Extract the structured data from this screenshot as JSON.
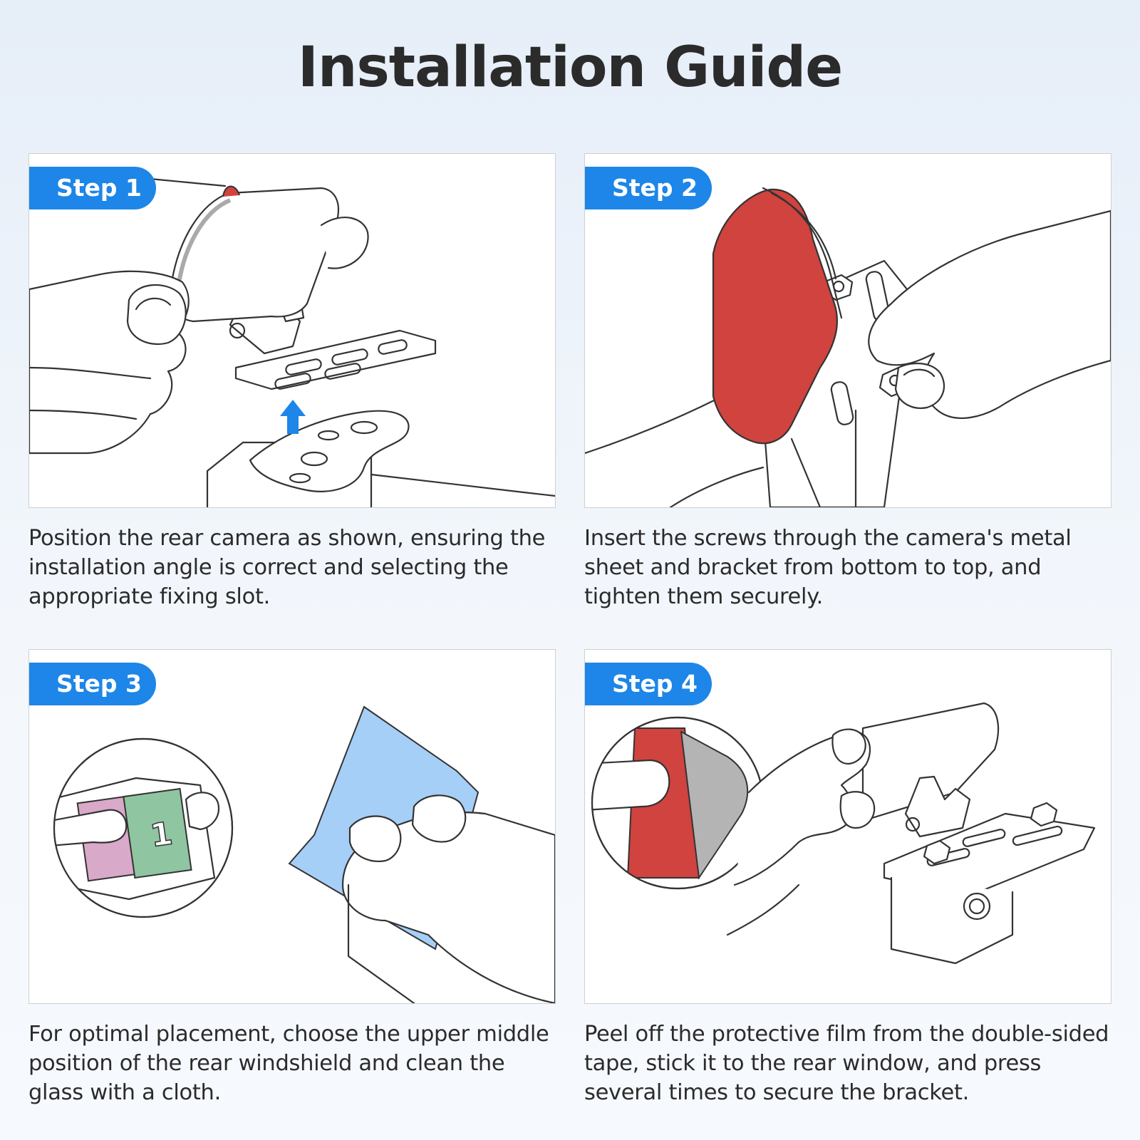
{
  "title": "Installation Guide",
  "colors": {
    "accent": "#1d86e8",
    "adhesive_red": "#d0433e",
    "cloth_blue": "#a6cff7",
    "label_green": "#8fc5a0",
    "label_pink": "#d9a9c9"
  },
  "steps": [
    {
      "badge": "Step 1",
      "illustration": "hand-holding-camera-bracket",
      "description": "Position the rear camera as shown, ensuring the installation angle is correct and selecting the appropriate fixing slot."
    },
    {
      "badge": "Step 2",
      "illustration": "tightening-screws",
      "description": "Insert the screws through the camera's metal sheet and bracket from bottom to top, and tighten them securely."
    },
    {
      "badge": "Step 3",
      "illustration": "cleaning-windshield",
      "description": "For optimal placement, choose the upper middle position of the rear windshield and clean the glass with a cloth."
    },
    {
      "badge": "Step 4",
      "illustration": "peeling-adhesive-film",
      "description": "Peel off the protective film from the double-sided tape, stick it to the rear window, and press several times to secure the bracket."
    }
  ]
}
